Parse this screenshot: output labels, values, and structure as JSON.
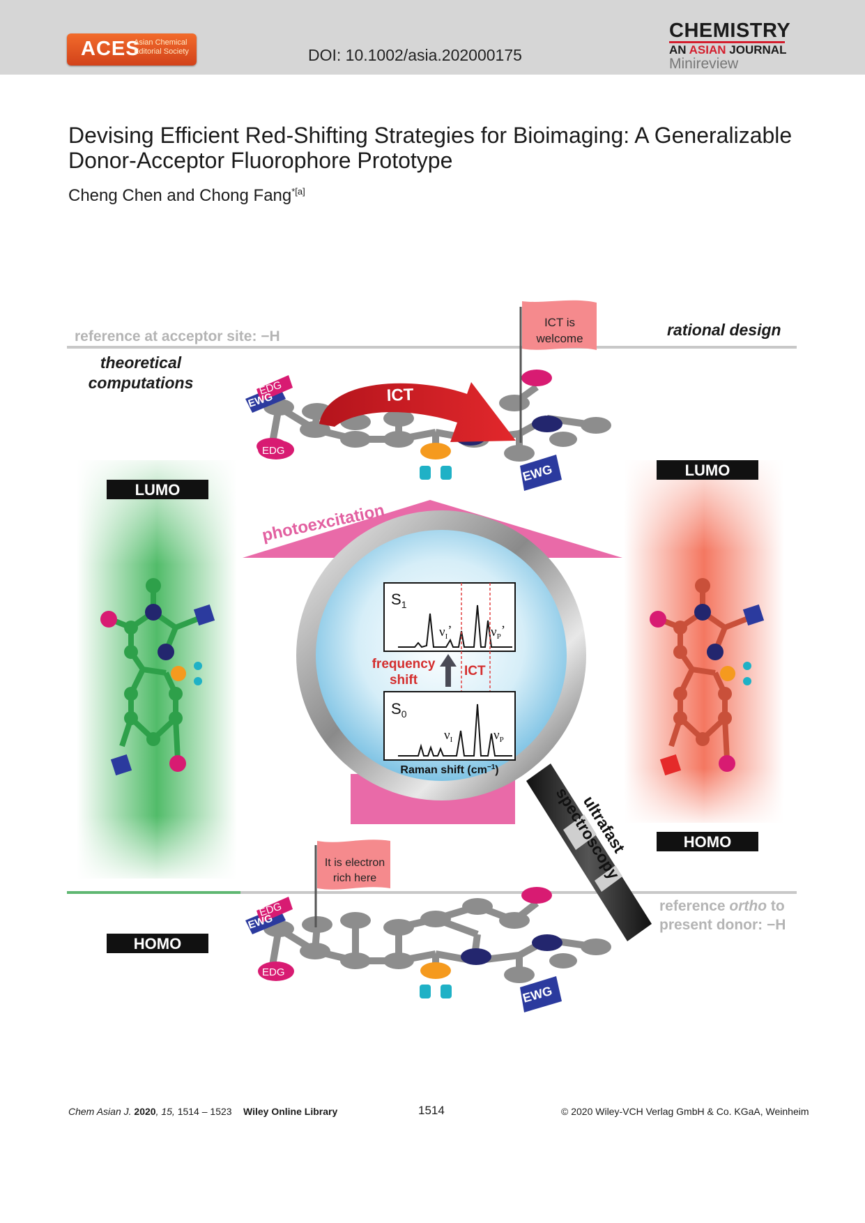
{
  "header": {
    "logo_text": "ACES",
    "logo_subtitle": "Asian Chemical Editorial Society",
    "doi": "DOI: 10.1002/asia.202000175",
    "journal_line1": "CHEMISTRY",
    "journal_line2_part1": "AN",
    "journal_line2_part2": "ASIAN",
    "journal_line2_part3": "JOURNAL",
    "article_type": "Minireview"
  },
  "article": {
    "title": "Devising Efficient Red-Shifting Strategies for Bioimaging: A Generalizable Donor-Acceptor Fluorophore Prototype",
    "authors": "Cheng Chen and Chong Fang",
    "author_mark": "*[a]"
  },
  "figure": {
    "ref_acceptor": "reference at acceptor site: −H",
    "rational_design": "rational design",
    "theoretical_line1": "theoretical",
    "theoretical_line2": "computations",
    "flag_top_line1": "ICT is",
    "flag_top_line2": "welcome",
    "ict_arrow": "ICT",
    "edg": "EDG",
    "ewg": "EWG",
    "lumo": "LUMO",
    "homo": "HOMO",
    "photoexcitation": "photoexcitation",
    "s1": "S",
    "s1_sub": "1",
    "s0": "S",
    "s0_sub": "0",
    "nu_i_prime": "ν",
    "nu_i_prime_sub": "I",
    "nu_p_prime": "ν",
    "nu_p_prime_sub": "P",
    "prime": "’",
    "freq_line1": "frequency",
    "freq_line2": "shift",
    "ict_small": "ICT",
    "raman_xlabel": "Raman shift (cm",
    "raman_unit_sup": "−1",
    "raman_close": ")",
    "ultrafast": "ultrafast",
    "spectroscopy": "spectroscopy",
    "flag_bottom_line1": "It is electron",
    "flag_bottom_line2": "rich here",
    "ref_ortho_part1": "reference",
    "ref_ortho_italic": "ortho",
    "ref_ortho_part2": "to",
    "ref_ortho_line2": "present donor: −H",
    "colors": {
      "edg": "#d81b72",
      "ewg": "#2b3a9e",
      "ict_arrow": "#d3242a",
      "lumo_homo_label": "#111111",
      "green_glow": "#33b04f",
      "red_glow": "#f3684f",
      "photoexcitation": "#e96aa8",
      "ring": "#8d8d8d"
    }
  },
  "footer": {
    "journal_abbrev": "Chem Asian J.",
    "year": "2020",
    "volume": "15",
    "pages": "1514 – 1523",
    "library": "Wiley Online Library",
    "page_number": "1514",
    "copyright": "© 2020 Wiley-VCH Verlag GmbH & Co. KGaA, Weinheim"
  }
}
